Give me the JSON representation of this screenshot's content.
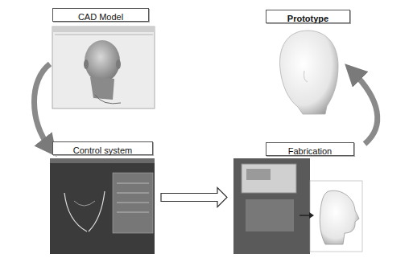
{
  "diagram": {
    "nodes": [
      {
        "text": [
          "CAD Model"
        ]
      },
      {
        "text": [
          "Prototype"
        ]
      },
      {
        "text": [
          "Control system"
        ]
      },
      {
        "text": [
          "Fabrication"
        ]
      }
    ],
    "edges": [
      {
        "from": 0,
        "to": 2,
        "arrow": "to"
      },
      {
        "from": 2,
        "to": 3,
        "arrow": "to"
      },
      {
        "from": 3,
        "to": 1,
        "arrow": "to"
      }
    ]
  }
}
